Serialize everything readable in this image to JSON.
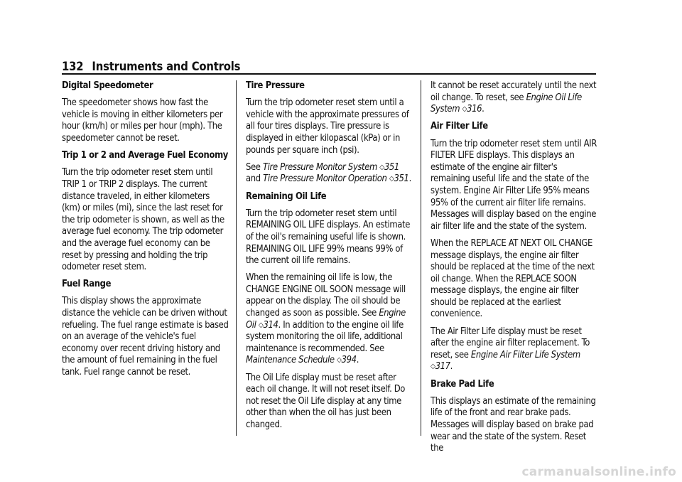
{
  "header": {
    "page_number": "132",
    "section_title": "Instruments and Controls"
  },
  "col1": {
    "h_digital_speedometer": "Digital Speedometer",
    "p_speedometer": "The speedometer shows how fast the vehicle is moving in either kilometers per hour (km/h) or miles per hour (mph). The speedometer cannot be reset.",
    "h_trip": "Trip 1 or 2 and Average Fuel Economy",
    "p_trip": "Turn the trip odometer reset stem until TRIP 1 or TRIP 2 displays. The current distance traveled, in either kilometers (km) or miles (mi), since the last reset for the trip odometer is shown, as well as the average fuel economy. The trip odometer and the average fuel economy can be reset by pressing and holding the trip odometer reset stem.",
    "h_fuel_range": "Fuel Range",
    "p_fuel_range": "This display shows the approximate distance the vehicle can be driven without refueling. The fuel range estimate is based on an average of the vehicle's fuel economy over recent driving history and the amount of fuel remaining in the fuel tank. Fuel range cannot be reset."
  },
  "col2": {
    "h_tire_pressure": "Tire Pressure",
    "p_tire": "Turn the trip odometer reset stem until a vehicle with the approximate pressures of all four tires displays. Tire pressure is displayed in either kilopascal (kPa) or in pounds per square inch (psi).",
    "see": "See",
    "ref_tpms_system": "Tire Pressure Monitor System",
    "page_351a": "351",
    "and": "and",
    "ref_tpms_operation": "Tire Pressure Monitor Operation",
    "page_351b": "351",
    "h_remaining_oil": "Remaining Oil Life",
    "p_oil1": "Turn the trip odometer reset stem until REMAINING OIL LIFE displays. An estimate of the oil's remaining useful life is shown. REMAINING OIL LIFE 99% means 99% of the current oil life remains.",
    "p_oil2_a": "When the remaining oil life is low, the CHANGE ENGINE OIL SOON message will appear on the display. The oil should be changed as soon as possible. See",
    "ref_engine_oil": "Engine Oil",
    "page_314": "314",
    "p_oil2_b": ". In addition to the engine oil life system monitoring the oil life, additional maintenance is recommended. See",
    "ref_maintenance": "Maintenance Schedule",
    "page_394": "394",
    "p_oil3": "The Oil Life display must be reset after each oil change. It will not reset itself. Do not reset the Oil Life display at any time other than when the oil has just been changed."
  },
  "col3": {
    "p_reset_a": "It cannot be reset accurately until the next oil change. To reset, see",
    "ref_oil_life_system": "Engine Oil Life System",
    "page_316": "316",
    "h_air_filter": "Air Filter Life",
    "p_air1": "Turn the trip odometer reset stem until AIR FILTER LIFE displays. This displays an estimate of the engine air filter's remaining useful life and the state of the system. Engine Air Filter Life 95% means 95% of the current air filter life remains. Messages will display based on the engine air filter life and the state of the system.",
    "p_air2": "When the REPLACE AT NEXT OIL CHANGE message displays, the engine air filter should be replaced at the time of the next oil change. When the REPLACE SOON message displays, the engine air filter should be replaced at the earliest convenience.",
    "p_air3_a": "The Air Filter Life display must be reset after the engine air filter replacement. To reset, see",
    "ref_air_filter_system": "Engine Air Filter Life System",
    "page_317": "317",
    "h_brake_pad": "Brake Pad Life",
    "p_brake": "This displays an estimate of the remaining life of the front and rear brake pads. Messages will display based on brake pad wear and the state of the system. Reset the"
  },
  "page_ref_glyph": "◇",
  "watermark": "carmanualsonline.info"
}
